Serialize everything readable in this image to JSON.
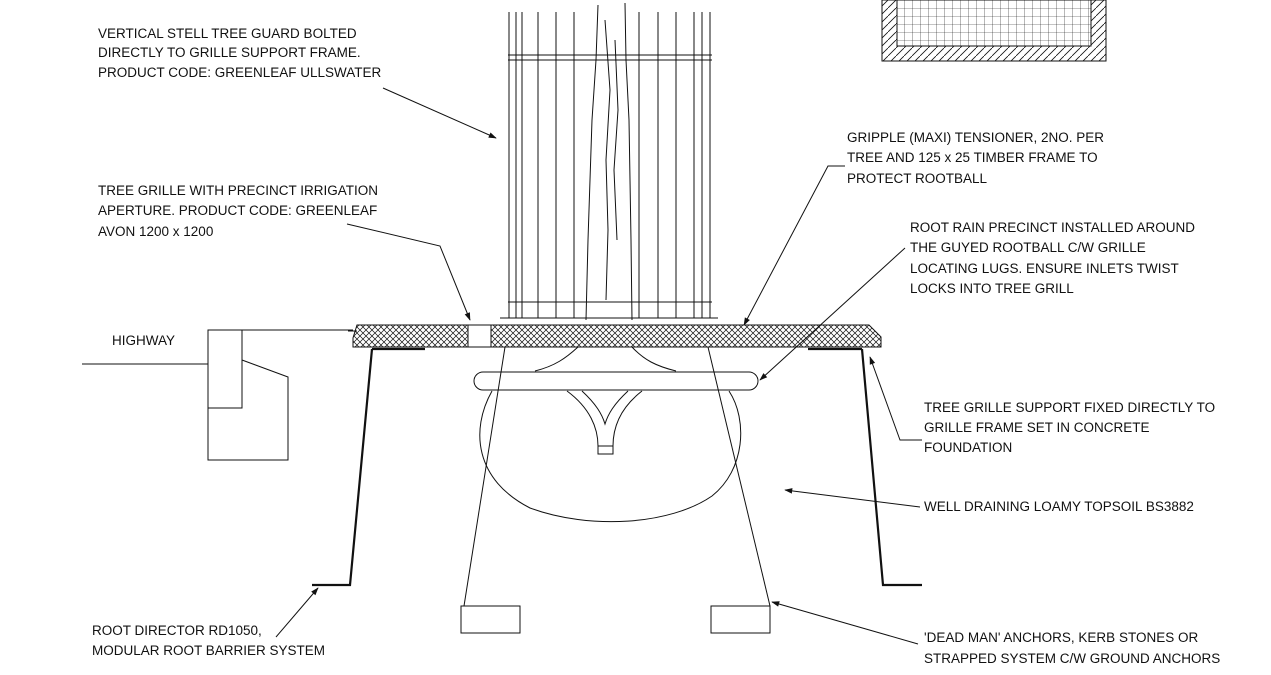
{
  "labels": {
    "tree_guard": [
      "VERTICAL STELL TREE GUARD BOLTED",
      "DIRECTLY TO GRILLE SUPPORT FRAME.",
      "PRODUCT CODE: GREENLEAF ULLSWATER"
    ],
    "tree_grille": [
      "TREE GRILLE WITH PRECINCT IRRIGATION",
      "APERTURE. PRODUCT CODE: GREENLEAF",
      "AVON 1200 x 1200"
    ],
    "highway": [
      "HIGHWAY"
    ],
    "gripple": [
      "GRIPPLE (MAXI) TENSIONER, 2NO. PER",
      "TREE AND 125 x 25 TIMBER FRAME TO",
      "PROTECT ROOTBALL"
    ],
    "root_rain": [
      "ROOT RAIN PRECINCT INSTALLED AROUND",
      "THE GUYED ROOTBALL C/W GRILLE",
      "LOCATING LUGS. ENSURE INLETS TWIST",
      "LOCKS INTO TREE GRILL"
    ],
    "grille_support": [
      "TREE GRILLE SUPPORT FIXED DIRECTLY TO",
      "GRILLE FRAME SET IN CONCRETE",
      "FOUNDATION"
    ],
    "topsoil": [
      "WELL DRAINING LOAMY TOPSOIL BS3882"
    ],
    "root_director": [
      "ROOT DIRECTOR RD1050,",
      "MODULAR ROOT BARRIER SYSTEM"
    ],
    "dead_man": [
      "'DEAD MAN' ANCHORS, KERB STONES OR",
      "STRAPPED SYSTEM C/W GROUND ANCHORS"
    ]
  }
}
